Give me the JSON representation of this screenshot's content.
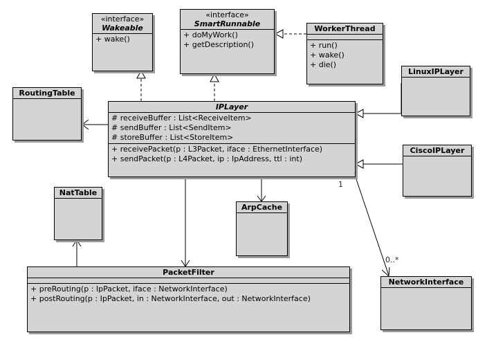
{
  "classes": {
    "wakeable": {
      "stereotype": "«interface»",
      "name": "Wakeable",
      "operations": [
        "+ wake()"
      ]
    },
    "smart_runnable": {
      "stereotype": "«interface»",
      "name": "SmartRunnable",
      "operations": [
        "+ doMyWork()",
        "+ getDescription()"
      ]
    },
    "worker_thread": {
      "name": "WorkerThread",
      "operations": [
        "+ run()",
        "+ wake()",
        "+ die()"
      ]
    },
    "routing_table": {
      "name": "RoutingTable"
    },
    "ip_layer": {
      "name": "IPLayer",
      "attributes": [
        "# receiveBuffer : List<ReceiveItem>",
        "# sendBuffer : List<SendItem>",
        "# storeBuffer : List<StoreItem>"
      ],
      "operations": [
        "+ receivePacket(p : L3Packet, iface : EthernetInterface)",
        "+ sendPacket(p : L4Packet, ip : IpAddress, ttl : int)"
      ]
    },
    "linux_ip_layer": {
      "name": "LinuxIPLayer"
    },
    "cisco_ip_layer": {
      "name": "CiscoIPLayer"
    },
    "nat_table": {
      "name": "NatTable"
    },
    "arp_cache": {
      "name": "ArpCache"
    },
    "packet_filter": {
      "name": "PacketFilter",
      "operations": [
        "+ preRouting(p : IpPacket, iface : NetworkInterface)",
        "+ postRouting(p : IpPacket, in : NetworkInterface, out : NetworkInterface)"
      ]
    },
    "network_interface": {
      "name": "NetworkInterface"
    }
  },
  "multiplicities": {
    "ip_layer_end": "1",
    "network_interface_end": "0..*"
  }
}
